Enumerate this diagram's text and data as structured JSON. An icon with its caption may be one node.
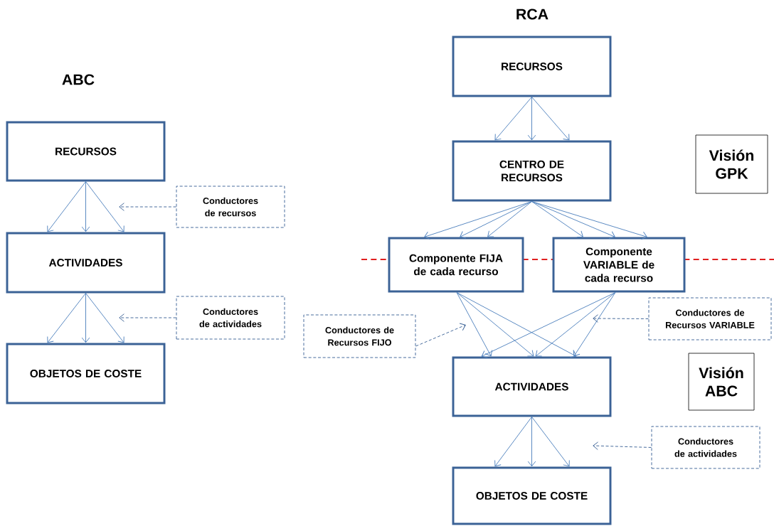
{
  "diagram": {
    "nodes": [
      {
        "text": [
          "RECURSOS"
        ]
      },
      {
        "text": [
          "ACTIVIDADES"
        ]
      },
      {
        "text": [
          "OBJETOS DE COSTE"
        ]
      },
      {
        "text": [
          "Conductores de recursos"
        ]
      },
      {
        "text": [
          "Conductores de actividades"
        ]
      },
      {
        "text": [
          "RECURSOS"
        ]
      },
      {
        "text": [
          "CENTRO DE RECURSOS"
        ]
      },
      {
        "text": [
          "Visión GPK"
        ]
      },
      {
        "text": [
          "Componente FIJA de cada recurso"
        ]
      },
      {
        "text": [
          "Componente VARIABLE de cada recurso"
        ]
      },
      {
        "text": [
          "Conductores de Recursos FIJO"
        ]
      },
      {
        "text": [
          "Conductores de Recursos VARIABLE"
        ]
      },
      {
        "text": [
          "Visión ABC"
        ]
      },
      {
        "text": [
          "ACTIVIDADES"
        ]
      },
      {
        "text": [
          "Conductores de actividades"
        ]
      },
      {
        "text": [
          "OBJETOS DE COSTE"
        ]
      }
    ],
    "edges": [
      {
        "from": 0,
        "to": 1,
        "arrow": "to"
      },
      {
        "from": 0,
        "to": 1,
        "arrow": "to"
      },
      {
        "from": 0,
        "to": 1,
        "arrow": "to"
      },
      {
        "from": 1,
        "to": 2,
        "arrow": "to"
      },
      {
        "from": 1,
        "to": 2,
        "arrow": "to"
      },
      {
        "from": 1,
        "to": 2,
        "arrow": "to"
      },
      {
        "from": 3,
        "to": null,
        "arrow": "to",
        "style": "dashed"
      },
      {
        "from": 4,
        "to": null,
        "arrow": "to",
        "style": "dashed"
      },
      {
        "from": 5,
        "to": 6,
        "arrow": "to"
      },
      {
        "from": 5,
        "to": 6,
        "arrow": "to"
      },
      {
        "from": 5,
        "to": 6,
        "arrow": "to"
      },
      {
        "from": 6,
        "to": 8,
        "arrow": "to"
      },
      {
        "from": 6,
        "to": 8,
        "arrow": "to"
      },
      {
        "from": 6,
        "to": 8,
        "arrow": "to"
      },
      {
        "from": 6,
        "to": 9,
        "arrow": "to"
      },
      {
        "from": 6,
        "to": 9,
        "arrow": "to"
      },
      {
        "from": 6,
        "to": 9,
        "arrow": "to"
      },
      {
        "from": 8,
        "to": 13,
        "arrow": "to"
      },
      {
        "from": 8,
        "to": 13,
        "arrow": "to"
      },
      {
        "from": 8,
        "to": 13,
        "arrow": "to"
      },
      {
        "from": 9,
        "to": 13,
        "arrow": "to"
      },
      {
        "from": 9,
        "to": 13,
        "arrow": "to"
      },
      {
        "from": 9,
        "to": 13,
        "arrow": "to"
      },
      {
        "from": 10,
        "to": null,
        "arrow": "to",
        "style": "dashed"
      },
      {
        "from": 11,
        "to": null,
        "arrow": "to",
        "style": "dashed"
      },
      {
        "from": 13,
        "to": 15,
        "arrow": "to"
      },
      {
        "from": 13,
        "to": 15,
        "arrow": "to"
      },
      {
        "from": 13,
        "to": 15,
        "arrow": "to"
      },
      {
        "from": 14,
        "to": null,
        "arrow": "to",
        "style": "dashed"
      }
    ],
    "labels": [
      "RCA",
      "ABC"
    ]
  }
}
